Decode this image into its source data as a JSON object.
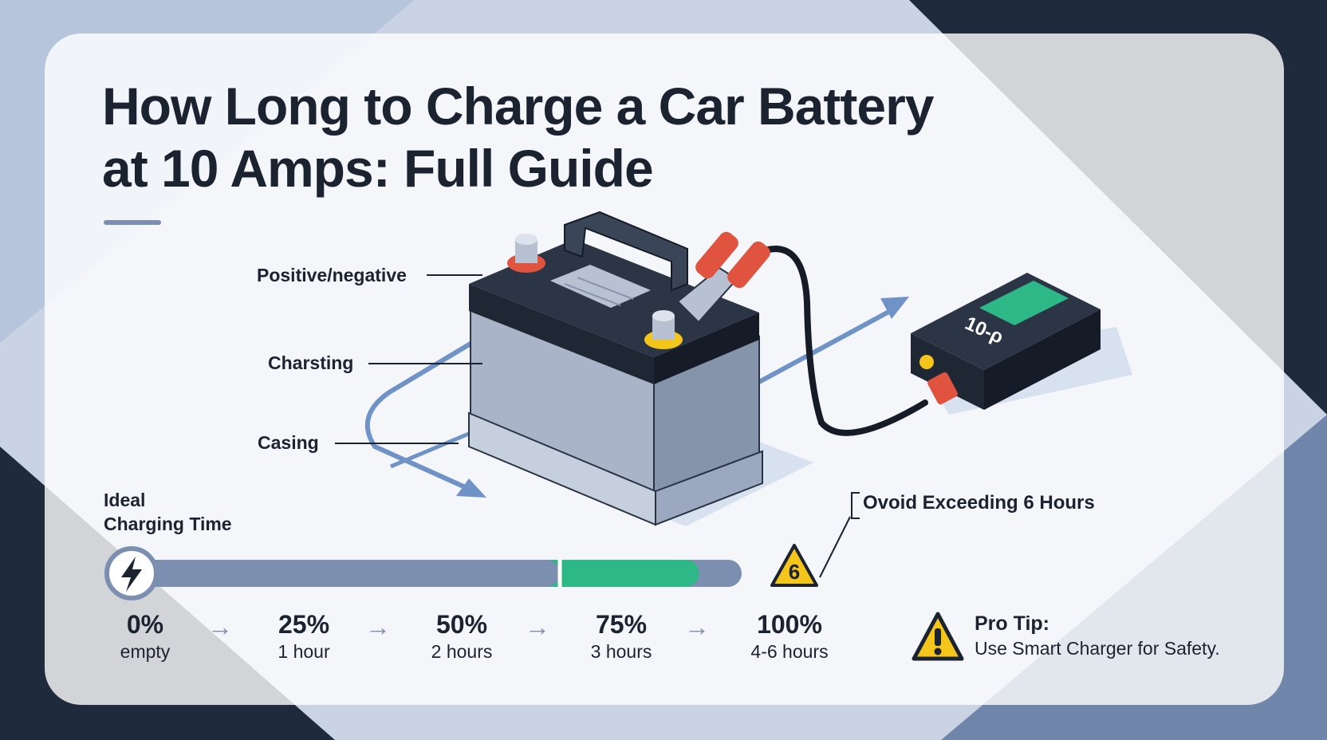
{
  "title_line1": "How Long to Charge a Car Battery",
  "title_line2": "at 10 Amps: Full Guide",
  "labels": {
    "terminals": "Positive/negative",
    "charging": "Charsting",
    "casing": "Casing"
  },
  "charger_display": "10-ρ",
  "ideal_line1": "Ideal",
  "ideal_line2": "Charging Time",
  "warning_badge": "6",
  "warning_text": "Ovoid Exceeding 6 Hours",
  "progress": {
    "fill_fraction": 0.7,
    "safe_fraction": 0.7
  },
  "steps": [
    {
      "pct": "0%",
      "desc": "empty"
    },
    {
      "pct": "25%",
      "desc": "1 hour"
    },
    {
      "pct": "50%",
      "desc": "2 hours"
    },
    {
      "pct": "75%",
      "desc": "3 hours"
    },
    {
      "pct": "100%",
      "desc": "4-6 hours"
    }
  ],
  "step_arrow": "→",
  "tip_title": "Pro Tip:",
  "tip_text": "Use Smart Charger for Safety.",
  "colors": {
    "dark": "#1b2230",
    "slate": "#7c8fb0",
    "green": "#2fb887",
    "red": "#e0533f",
    "yellow": "#f4c51b",
    "flow": "#6f93c7"
  },
  "icons": [
    "lightning-icon",
    "warning-triangle-icon",
    "step-arrow-icon"
  ]
}
